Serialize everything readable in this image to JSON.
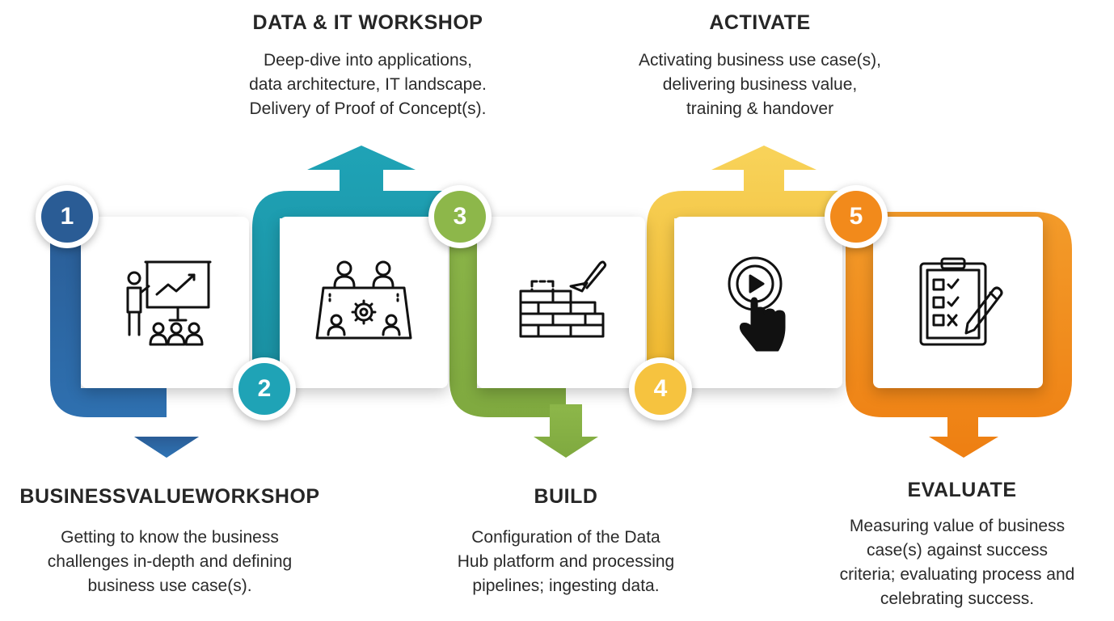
{
  "steps": [
    {
      "number": "1",
      "title": "BUSINESSVALUEWORKSHOP",
      "desc": [
        "Getting to know the business",
        "challenges in-depth and defining",
        "business use case(s)."
      ],
      "color": "#2A5C95",
      "icon": "presentation-icon"
    },
    {
      "number": "2",
      "title": "DATA & IT WORKSHOP",
      "desc": [
        "Deep-dive into applications,",
        "data architecture,  IT landscape.",
        "Delivery of Proof of Concept(s)."
      ],
      "color": "#1FA3B6",
      "icon": "meeting-icon"
    },
    {
      "number": "3",
      "title": "BUILD",
      "desc": [
        "Configuration of the Data",
        "Hub platform and processing",
        "pipelines; ingesting data."
      ],
      "color": "#8DB74A",
      "icon": "brick-wall-icon"
    },
    {
      "number": "4",
      "title": "ACTIVATE",
      "desc": [
        "Activating business use case(s),",
        "delivering business value,",
        "training & handover"
      ],
      "color": "#F6C33F",
      "icon": "play-button-icon"
    },
    {
      "number": "5",
      "title": "EVALUATE",
      "desc": [
        "Measuring value of business",
        "case(s) against success",
        "criteria; evaluating process and",
        "celebrating success."
      ],
      "color": "#F28A1B",
      "icon": "checklist-icon"
    }
  ]
}
